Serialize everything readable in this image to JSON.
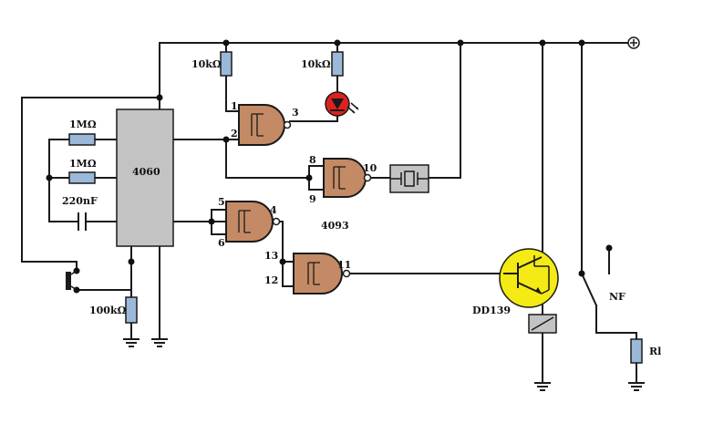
{
  "labels": {
    "r1": "10kΩ",
    "r2": "10kΩ",
    "r3": "1MΩ",
    "r4": "1MΩ",
    "cap": "220nF",
    "ic_counter": "4060",
    "ic_gates": "4093",
    "r_bottom": "100kΩ",
    "transistor": "DD139",
    "switch_contact": "NF",
    "load": "Rl",
    "supply": "⊕"
  },
  "pins": {
    "g1_in_a": "1",
    "g1_in_b": "2",
    "g1_out": "3",
    "g2_in_a": "8",
    "g2_in_b": "9",
    "g2_out": "10",
    "g3_in_a": "5",
    "g3_in_b": "6",
    "g3_out": "4",
    "g4_in_a": "13",
    "g4_in_b": "12",
    "g4_out": "11"
  },
  "colors": {
    "wire": "#1a1a1a",
    "resistor": "#9cb8d8",
    "chip": "#c3c3c3",
    "gate": "#c48a65",
    "led": "#e02020",
    "transistor": "#f4ea14",
    "crystal": "#c3c3c3"
  }
}
